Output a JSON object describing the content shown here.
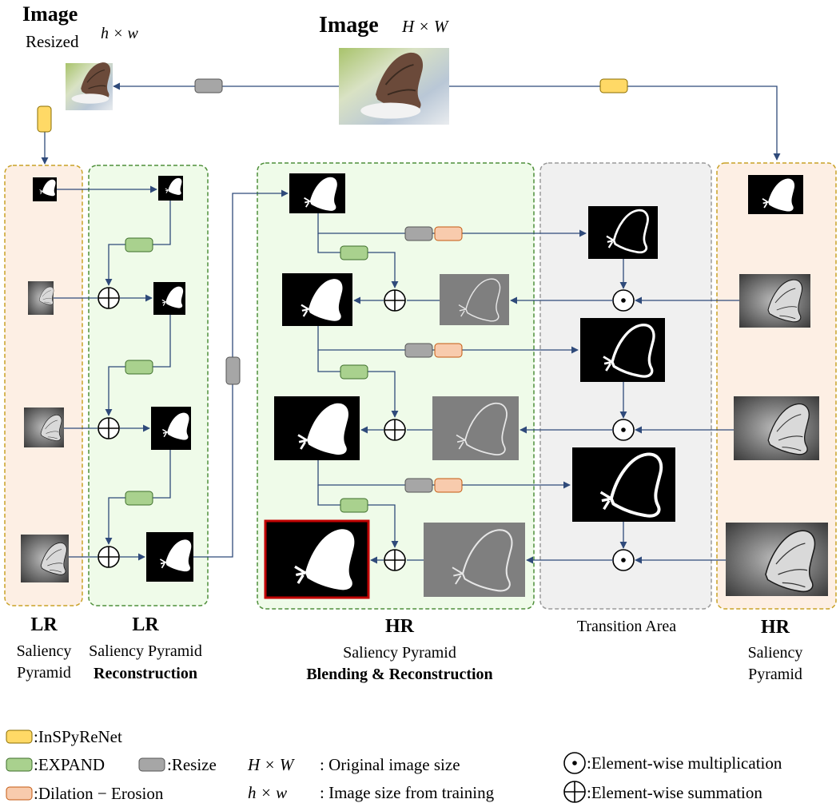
{
  "header": {
    "image_title": "Image",
    "image_dims": "H × W",
    "resized_title": "Image",
    "resized_word": "Resized",
    "resized_dims": "h × w"
  },
  "regions": {
    "lr_pyramid": {
      "title": "LR",
      "line1": "Saliency",
      "line2": "Pyramid"
    },
    "lr_reconstruction": {
      "title": "LR",
      "line1": "Saliency Pyramid",
      "line2": "Reconstruction"
    },
    "hr_blending": {
      "title": "HR",
      "line1": "Saliency Pyramid",
      "line2": "Blending & Reconstruction"
    },
    "transition": {
      "title": "Transition Area"
    },
    "hr_pyramid": {
      "title": "HR",
      "line1": "Saliency",
      "line2": "Pyramid"
    }
  },
  "legend": {
    "inspyrenet": ":InSPyReNet",
    "expand": ":EXPAND",
    "resize": ":Resize",
    "dilation_erosion": ":Dilation − Erosion",
    "original_size_sym": "H × W",
    "original_size_text": ": Original image size",
    "training_size_sym": "h × w",
    "training_size_text": ": Image size from training",
    "elementwise_mult": ":Element-wise multiplication",
    "elementwise_sum": ":Element-wise summation"
  },
  "colors": {
    "inspyrenet": "#ffd966",
    "expand": "#a9d18e",
    "resize": "#a6a6a6",
    "dilation_erosion": "#f8cbad",
    "lr_panel_fill": "#fdefe4",
    "lr_panel_border": "#c9a227",
    "green_panel_fill": "#effbe9",
    "green_panel_border": "#4f8f3a",
    "gray_panel_fill": "#f0f0f0",
    "gray_panel_border": "#9a9a9a",
    "arrow": "#2f4a7a",
    "final_border": "#c00000"
  }
}
